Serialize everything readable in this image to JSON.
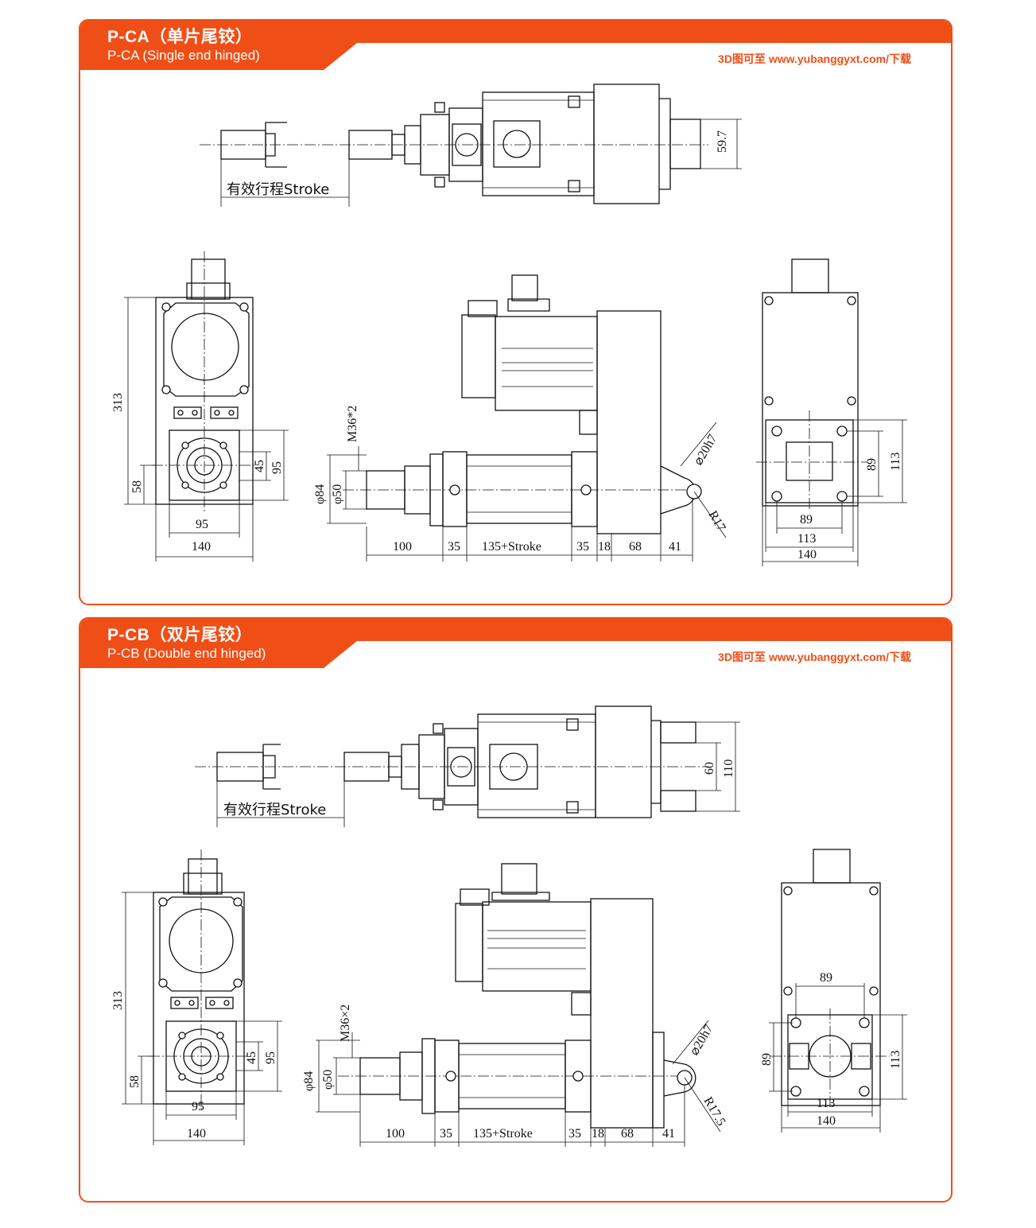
{
  "colors": {
    "accent": "#f04e17",
    "line": "#111111"
  },
  "panels": [
    {
      "title_cn": "P-CA（单片尾铰）",
      "title_en": "P-CA (Single end hinged)",
      "download": "3D图可至 www.yubanggyxt.com/下载",
      "top_view": {
        "stroke_label": "有效行程Stroke",
        "rod_dia": "59.7"
      },
      "front_view": {
        "height": "313",
        "lower": "58",
        "pcd": "45",
        "flange": "95",
        "w1": "95",
        "w2": "140"
      },
      "side_view": {
        "thread": "M36*2",
        "d84": "φ84",
        "d50": "φ50",
        "pin": "⌀20h7",
        "radius": "R17",
        "seg": [
          "100",
          "35",
          "135+Stroke",
          "35",
          "18",
          "68",
          "41"
        ]
      },
      "rear_view": {
        "v1": "89",
        "v2": "113",
        "h1": "89",
        "h2": "113",
        "h3": "140"
      }
    },
    {
      "title_cn": "P-CB（双片尾铰）",
      "title_en": "P-CB (Double end hinged)",
      "download": "3D图可至 www.yubanggyxt.com/下载",
      "top_view": {
        "stroke_label": "有效行程Stroke",
        "inner": "60",
        "outer": "110"
      },
      "front_view": {
        "height": "313",
        "lower": "58",
        "pcd": "45",
        "flange": "95",
        "w1": "95",
        "w2": "140"
      },
      "side_view": {
        "thread": "M36×2",
        "d84": "φ84",
        "d50": "φ50",
        "pin": "⌀20h7",
        "radius": "R17.5",
        "seg": [
          "100",
          "35",
          "135+Stroke",
          "35",
          "18",
          "68",
          "41"
        ]
      },
      "rear_view": {
        "h_top": "89",
        "v1": "89",
        "v2": "113",
        "h2": "113",
        "h3": "140"
      }
    }
  ]
}
